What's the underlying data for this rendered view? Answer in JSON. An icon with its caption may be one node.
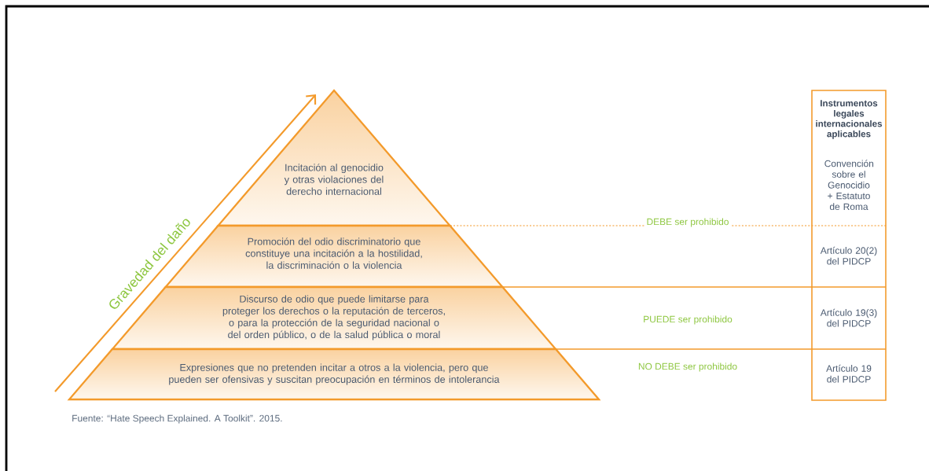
{
  "diagram": {
    "caption": "Fuente: “Hate Speech Explained. A Toolkit”. 2015.",
    "nodes": [
      {
        "text": [
          "Incitación al genocidio y otras violaciones del derecho internacional"
        ]
      },
      {
        "text": [
          "Promoción del odio discriminatorio que constituye una incitación a la hostilidad, la discriminación o la violencia"
        ]
      },
      {
        "text": [
          "Discurso de odio que puede limitarse para proteger los derechos o la reputación de terceros, o para la protección de la seguridad nacional o del orden público, o de la salud pública o moral"
        ]
      },
      {
        "text": [
          "Expresiones que no pretenden incitar a otros a la violencia, pero que pueden ser ofensivas y suscitan preocupación en términos de intolerancia"
        ]
      },
      {
        "text": [
          "Instrumentos legales internacionales aplicables"
        ]
      },
      {
        "text": [
          "Convención sobre el Genocidio + Estatuto de Roma"
        ],
        "in": 4
      },
      {
        "text": [
          "Artículo 20(2) del PIDCP"
        ],
        "in": 4
      },
      {
        "text": [
          "Artículo 19(3) del PIDCP"
        ],
        "in": 4
      },
      {
        "text": [
          "Artículo 19 del PIDCP"
        ],
        "in": 4
      }
    ],
    "labels": [
      "Gravedad del daño",
      "DEBE ser prohibido",
      "PUEDE ser prohibido",
      "NO DEBE ser prohibido"
    ]
  }
}
